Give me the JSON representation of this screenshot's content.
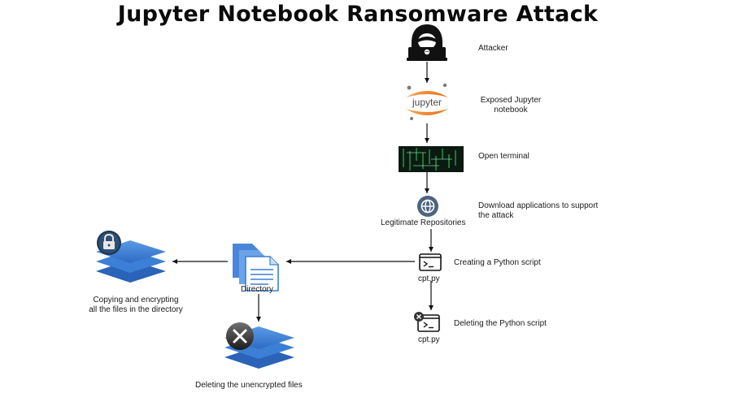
{
  "title": "Jupyter Notebook Ransomware Attack",
  "steps": {
    "attacker": "Attacker",
    "jupyter_logo_text": "jupyter",
    "exposed_notebook_line1": "Exposed Jupyter",
    "exposed_notebook_line2": "notebook",
    "open_terminal": "Open terminal",
    "download_line1": "Download applications to support",
    "download_line2": "the attack",
    "legitimate_repositories": "Legitimate Repositories",
    "creating_script": "Creating a Python script",
    "script_name_1": "cpt.py",
    "deleting_script": "Deleting the Python script",
    "script_name_2": "cpt.py",
    "directory": "Directory",
    "copying_line1": "Copying and encrypting",
    "copying_line2": "all the files in the directory",
    "deleting_unencrypted": "Deleting the unencrypted files"
  },
  "colors": {
    "stack_blue": "#3b7fd6",
    "stack_blue_dark": "#2a63b8",
    "globe": "#4d6480",
    "jupyter_orange": "#e97a2c",
    "terminal_bg": "#0b1a10",
    "terminal_green": "#2fd06a"
  },
  "icons": {
    "attacker": "hacker-icon",
    "jupyter": "jupyter-logo",
    "terminal": "terminal-screen-icon",
    "globe": "globe-icon",
    "script": "terminal-window-icon",
    "delete": "delete-x-icon",
    "lock": "padlock-icon",
    "files": "documents-icon",
    "stack": "layers-stack-icon"
  }
}
